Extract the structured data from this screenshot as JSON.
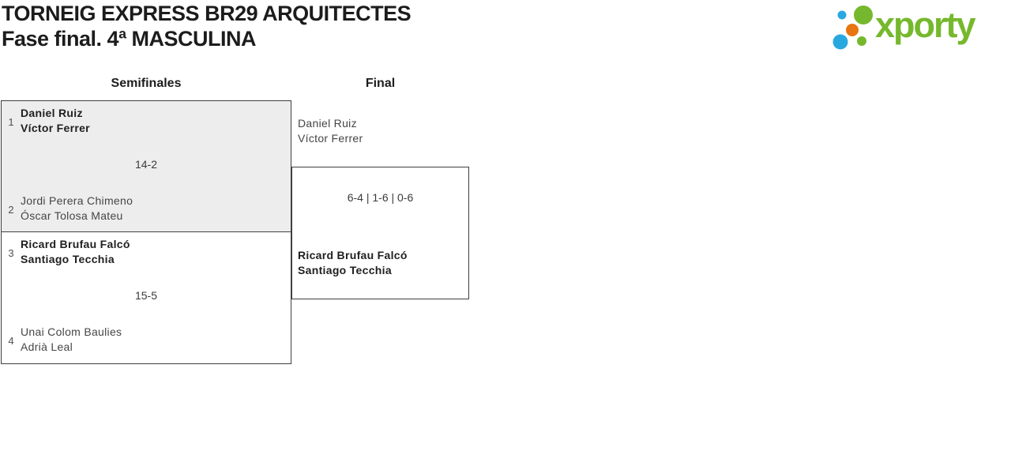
{
  "title": {
    "line1": "TORNEIG EXPRESS BR29 ARQUITECTES",
    "line2": "Fase final. 4ª MASCULINA"
  },
  "logo": {
    "wordmark": "xporty",
    "green": "#76b82d",
    "blue": "#29a8e0",
    "orange": "#e87511"
  },
  "bracket": {
    "round_labels": {
      "semifinals": "Semifinales",
      "final": "Final"
    },
    "semifinal1": {
      "seed1": "1",
      "team1": {
        "players": [
          "Daniel Ruiz",
          "Víctor Ferrer"
        ],
        "winner": true
      },
      "score": "14-2",
      "seed2": "2",
      "team2": {
        "players": [
          "Jordi Perera Chimeno",
          "Óscar Tolosa Mateu"
        ],
        "winner": false
      }
    },
    "semifinal2": {
      "seed1": "3",
      "team1": {
        "players": [
          "Ricard Brufau Falcó",
          "Santiago Tecchia"
        ],
        "winner": true
      },
      "score": "15-5",
      "seed2": "4",
      "team2": {
        "players": [
          "Unai Colom Baulies",
          "Adrià Leal"
        ],
        "winner": false
      }
    },
    "final": {
      "team1": {
        "players": [
          "Daniel Ruiz",
          "Víctor Ferrer"
        ],
        "winner": false
      },
      "score": "6-4 | 1-6 | 0-6",
      "team2": {
        "players": [
          "Ricard Brufau Falcó",
          "Santiago Tecchia"
        ],
        "winner": true
      }
    }
  }
}
